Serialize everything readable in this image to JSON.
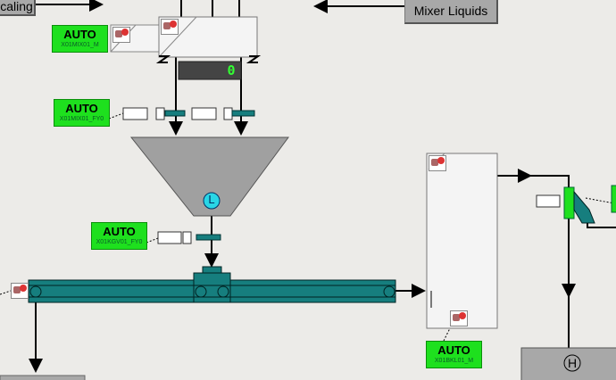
{
  "buttons": {
    "scaling": "caling",
    "mixer_liquids": "Mixer Liquids"
  },
  "auto_controls": [
    {
      "mode": "AUTO",
      "tag": "X01MIX01_M"
    },
    {
      "mode": "AUTO",
      "tag": "X01MIX01_FY0"
    },
    {
      "mode": "AUTO",
      "tag": "X01KGV01_FY0"
    },
    {
      "mode": "AUTO",
      "tag": "X01BKL01_M"
    }
  ],
  "display": {
    "value": "0"
  },
  "hopper": {
    "level_symbol": "L"
  },
  "tank": {
    "symbol": "H"
  },
  "colors": {
    "auto_green": "#1ee01e",
    "equipment_teal": "#167e7e",
    "hopper_gray": "#a0a0a0",
    "level_cyan": "#29d6e6"
  }
}
